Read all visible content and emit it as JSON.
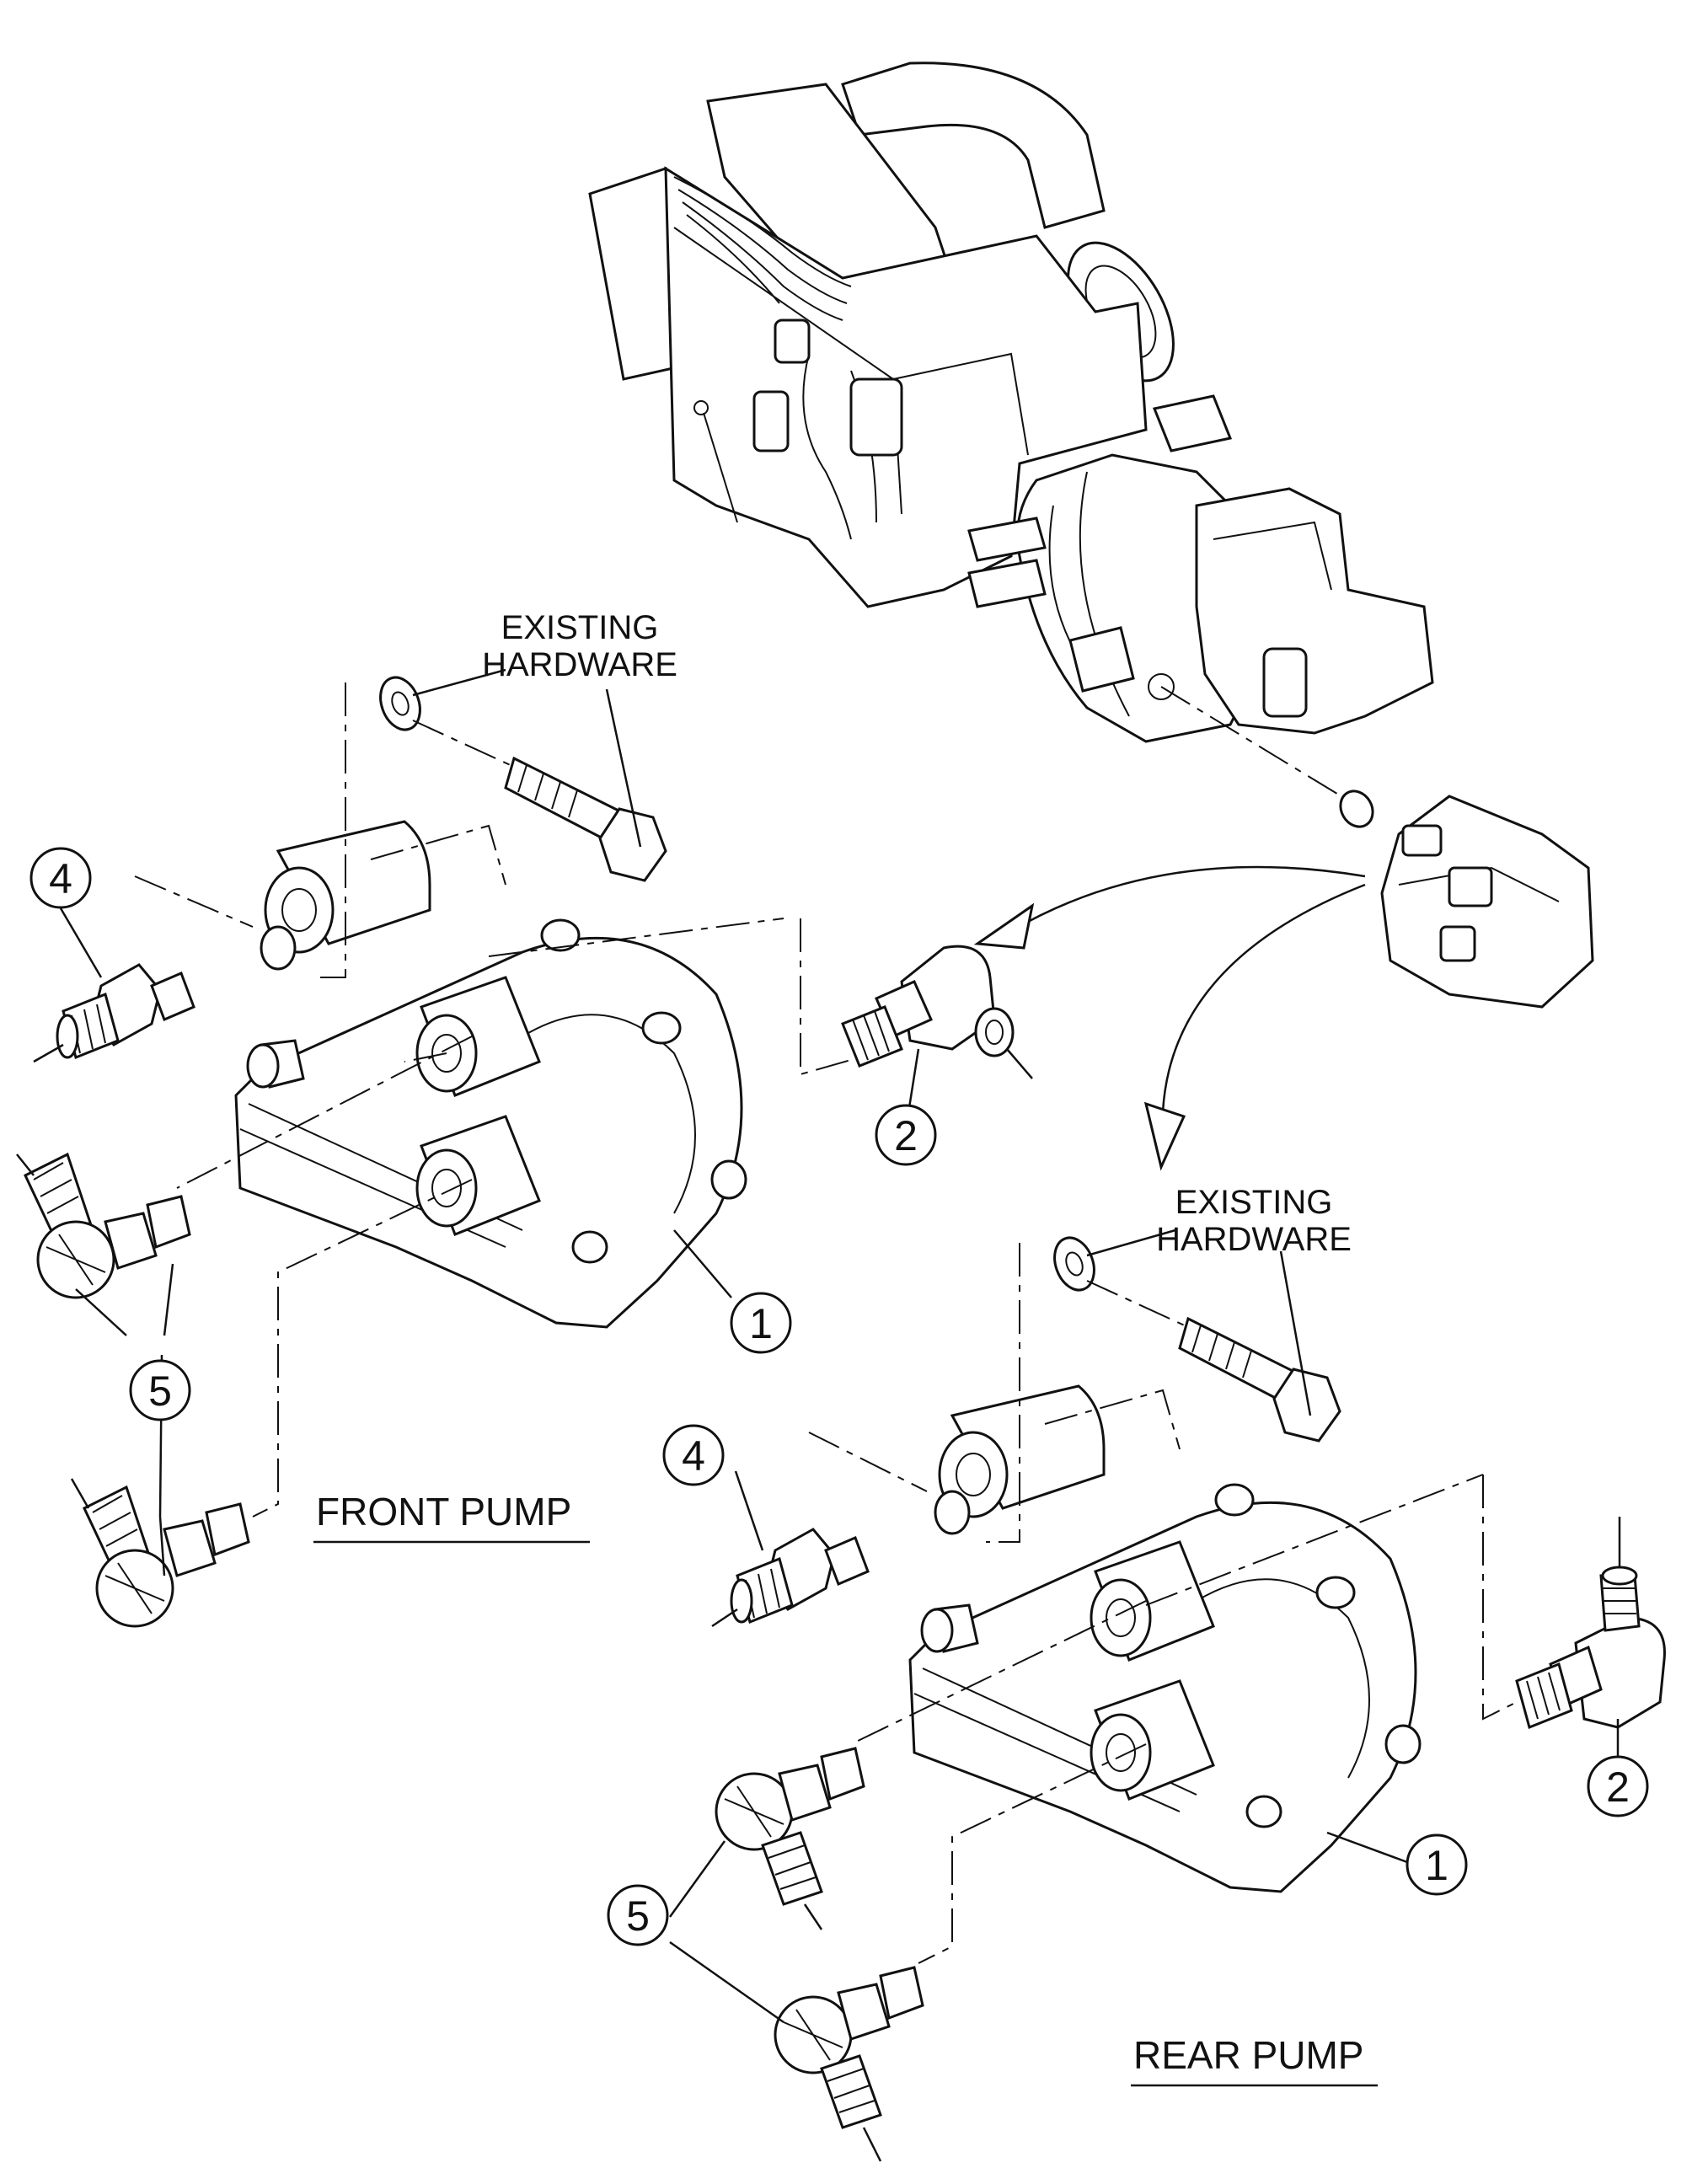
{
  "labels": {
    "existing_hardware_line1": "EXISTING",
    "existing_hardware_line2": "HARDWARE",
    "front_pump": "FRONT PUMP",
    "rear_pump": "REAR PUMP"
  },
  "callouts": {
    "pump": "1",
    "elbow_fitting": "2",
    "straight_fitting": "4",
    "hose_elbow": "5"
  }
}
